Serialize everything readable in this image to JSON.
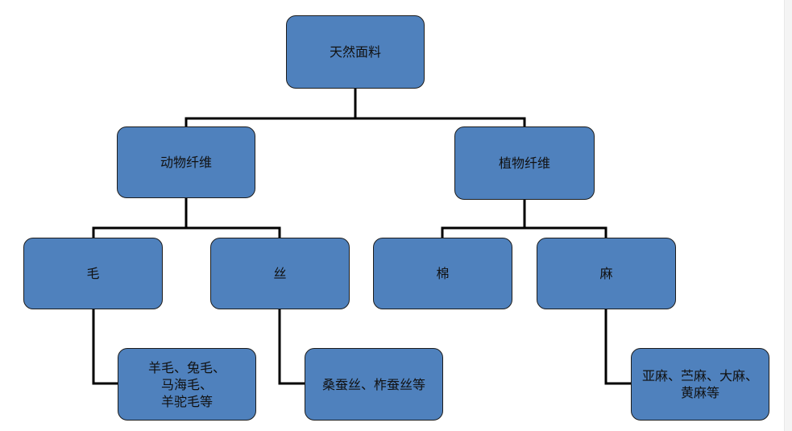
{
  "diagram": {
    "nodes": {
      "root": "天然面料",
      "animal_fiber": "动物纤维",
      "plant_fiber": "植物纤维",
      "wool": "毛",
      "silk": "丝",
      "cotton": "棉",
      "hemp": "麻",
      "wool_examples": "羊毛、兔毛、\n马海毛、\n羊驼毛等",
      "silk_examples": "桑蚕丝、柞蚕丝等",
      "hemp_examples": "亚麻、苎麻、大麻、\n黄麻等"
    },
    "colors": {
      "node_fill": "#4f81bd",
      "node_border": "#1c1c1c",
      "connector": "#000000",
      "text": "#111111"
    }
  }
}
